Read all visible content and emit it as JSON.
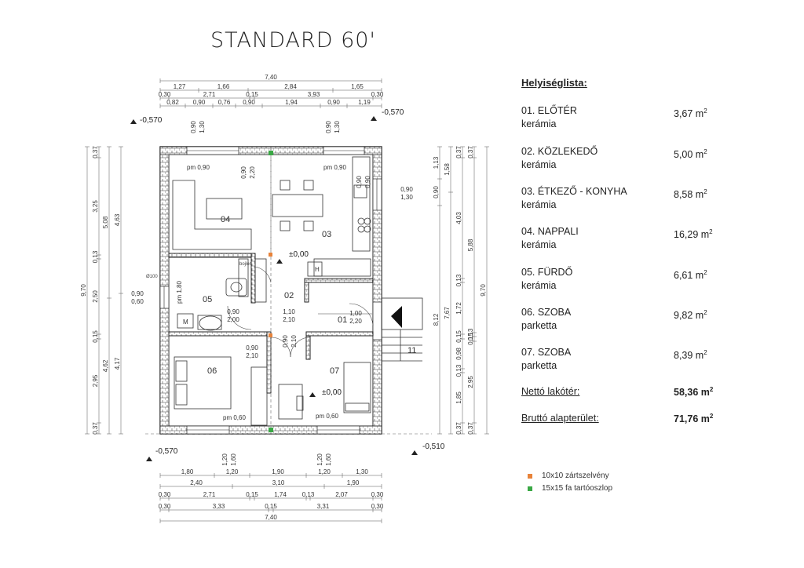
{
  "title": "STANDARD 60'",
  "legend": {
    "heading": "Helyiséglista:",
    "rooms": [
      {
        "name": "01. ELŐTÉR",
        "floor": "kerámia",
        "area": "3,67 m",
        "unit_sup": "2"
      },
      {
        "name": "02. KÖZLEKEDŐ",
        "floor": "kerámia",
        "area": "5,00 m",
        "unit_sup": "2"
      },
      {
        "name": "03. ÉTKEZŐ - KONYHA",
        "floor": "kerámia",
        "area": "8,58 m",
        "unit_sup": "2"
      },
      {
        "name": "04. NAPPALI",
        "floor": "kerámia",
        "area": "16,29 m",
        "unit_sup": "2"
      },
      {
        "name": "05. FÜRDŐ",
        "floor": "kerámia",
        "area": "6,61 m",
        "unit_sup": "2"
      },
      {
        "name": "06. SZOBA",
        "floor": "parketta",
        "area": "9,82 m",
        "unit_sup": "2"
      },
      {
        "name": "07. SZOBA",
        "floor": "parketta",
        "area": "8,39 m",
        "unit_sup": "2"
      }
    ],
    "net_label": "Nettó lakótér:",
    "net_value": "58,36 m",
    "gross_label": "Bruttó alapterület:",
    "gross_value": "71,76 m",
    "sup": "2",
    "markers": [
      {
        "label": "10x10 zártszelvény",
        "color": "#e8833a"
      },
      {
        "label": "15x15 fa tartóoszlop",
        "color": "#3aa845"
      }
    ]
  },
  "plan": {
    "levels": {
      "ne": "-0,570",
      "nw": "-0,570",
      "sw": "-0,570",
      "se": "-0,510",
      "center": "±0,00",
      "bed": "±0,00"
    },
    "room_numbers": [
      "04",
      "03",
      "05",
      "02",
      "01",
      "06",
      "07",
      "11"
    ],
    "labels": {
      "pm90a": "pm 0,90",
      "pm90b": "pm 0,90",
      "pm180": "pm 1,80",
      "pm60a": "pm 0,60",
      "pm60b": "pm 0,60",
      "bojler": "bojler",
      "h": "H",
      "m": "M",
      "d100": "Ø100"
    },
    "top_dims": {
      "overall": "7,40",
      "row2": [
        "1,27",
        "1,66",
        "2,84",
        "1,65"
      ],
      "row3": [
        "0,30",
        "2,71",
        "0,15",
        "3,93",
        "0,30"
      ],
      "row4": [
        "0,82",
        "0,90",
        "0,76",
        "0,90",
        "1,94",
        "0,90",
        "1,19"
      ]
    },
    "bottom_dims": {
      "row1": [
        "1,80",
        "1,20",
        "1,90",
        "1,20",
        "1,30"
      ],
      "row2": [
        "2,40",
        "3,10",
        "1,90"
      ],
      "row3": [
        "0,30",
        "2,71",
        "0,15",
        "1,74",
        "0,13",
        "2,07",
        "0,30"
      ],
      "row4": [
        "0,30",
        "3,33",
        "0,15",
        "3,31",
        "0,30"
      ],
      "overall": "7,40"
    },
    "left_dims": {
      "overall": "9,70",
      "col2": [
        "5,08",
        "4,62"
      ],
      "col1": [
        "0,37",
        "3,25",
        "0,13",
        "2,50",
        "0,15",
        "2,95",
        "0,37"
      ],
      "col3": [
        "4,63",
        "4,17"
      ]
    },
    "right_dims": {
      "overall": "9,70",
      "col_a": [
        "1,13",
        "0,90",
        "8,12"
      ],
      "col_b": [
        "1,58",
        "7,67"
      ],
      "col_c": [
        "0,37",
        "4,03",
        "0,13",
        "1,72",
        "0,15",
        "0,98",
        "0,13",
        "1,85",
        "0,37"
      ],
      "col_d": [
        "0,37",
        "5,88",
        "0,13",
        "0,15",
        "2,95",
        "0,37"
      ]
    },
    "openings": {
      "w_top1": [
        "0,90",
        "1,30"
      ],
      "w_top2": [
        "0,90",
        "1,30"
      ],
      "d_top": [
        "0,90",
        "2,20"
      ],
      "w_right": [
        "0,90",
        "1,30"
      ],
      "w_left": [
        "0,90",
        "0,60"
      ],
      "d_bath": [
        "0,90",
        "2,00"
      ],
      "d_02": [
        "1,10",
        "2,10"
      ],
      "d_01": [
        "1,00",
        "2,20"
      ],
      "d_06": [
        "0,90",
        "2,10"
      ],
      "d_07": [
        "0,90",
        "2,10"
      ],
      "w_bot1": [
        "1,20",
        "1,60"
      ],
      "w_bot2": [
        "1,20",
        "1,60"
      ],
      "w_win_dk": [
        "0,90",
        "0,90"
      ]
    }
  }
}
